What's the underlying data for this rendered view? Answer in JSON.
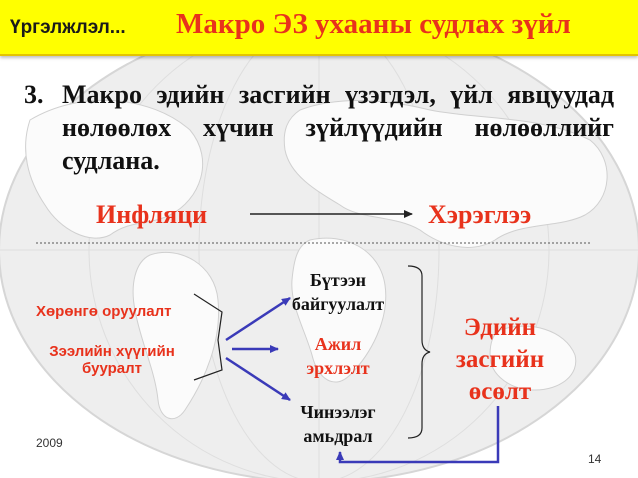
{
  "title": {
    "prefix": "Үргэлжлэл...",
    "main": "Макро ЭЗ ухааны судлах зүйл"
  },
  "point": {
    "number": "3.",
    "text": "Макро эдийн засгийн үзэгдэл, үйл явцуудад нөлөөлөх хүчин зүйлүүдийн нөлөөллийг судлана."
  },
  "flow": {
    "from": "Инфляци",
    "to": "Хэрэглээ"
  },
  "diagram": {
    "left": {
      "item1": "Хөрөнгө оруулалт",
      "item2_line1": "Зээлийн хүүгийн",
      "item2_line2": "бууралт"
    },
    "middle": {
      "item1_line1": "Бүтээн",
      "item1_line2": "байгуулалт",
      "item2_line1": "Ажил",
      "item2_line2": "эрхлэлт",
      "item3_line1": "Чинээлэг",
      "item3_line2": "амьдрал"
    },
    "right": {
      "line1": "Эдийн",
      "line2": "засгийн",
      "line3": "өсөлт"
    }
  },
  "footer": {
    "year": "2009",
    "page": "14"
  },
  "colors": {
    "title_bg": "#ffff00",
    "accent_red": "#e8321c",
    "arrow_blue": "#3a3ab8"
  }
}
